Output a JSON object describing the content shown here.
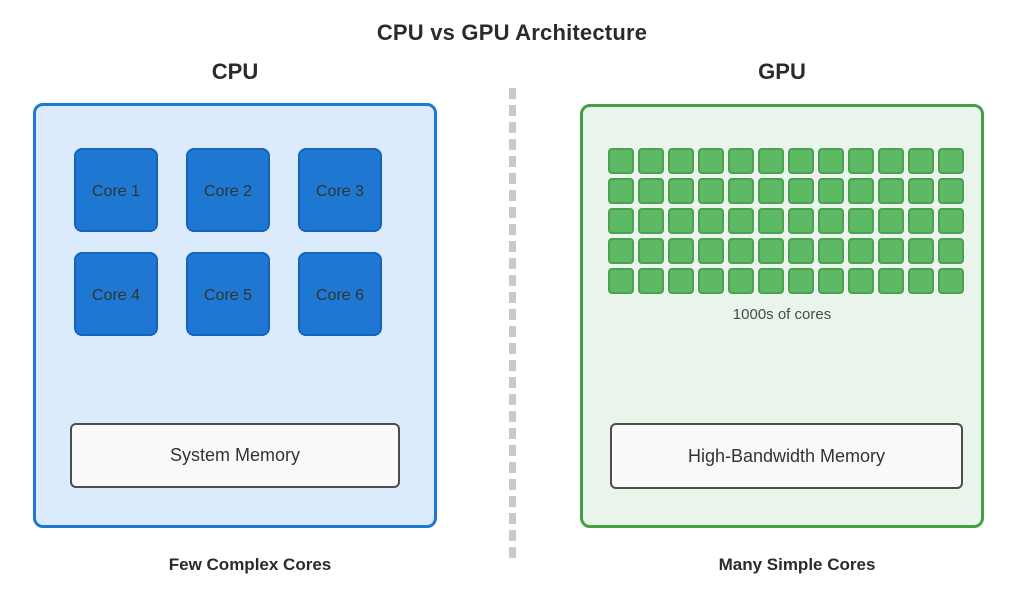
{
  "title": "CPU vs GPU Architecture",
  "cpu": {
    "label": "CPU",
    "cores": [
      "Core 1",
      "Core 2",
      "Core 3",
      "Core 4",
      "Core 5",
      "Core 6"
    ],
    "memory": "System Memory",
    "caption": "Few Complex Cores"
  },
  "gpu": {
    "label": "GPU",
    "core_grid": {
      "rows": 5,
      "cols": 12,
      "total_cells": 60
    },
    "grid_caption": "1000s of cores",
    "memory": "High-Bandwidth Memory",
    "caption": "Many Simple Cores"
  },
  "colors": {
    "cpu_box_fill": "#dcebfb",
    "cpu_box_border": "#1f78d1",
    "cpu_core_fill": "#1e78d2",
    "cpu_core_border": "#1464be",
    "gpu_box_fill": "#e9f4ea",
    "gpu_box_border": "#43a047",
    "gpu_core_fill": "#5eb964",
    "gpu_core_border": "#4d9f55",
    "memory_fill": "#f9f9f9",
    "memory_border": "#4d4d4d",
    "divider": "#c9c9c9",
    "text_dark": "#2b2b2b",
    "text_gray": "#4a4a4a"
  }
}
